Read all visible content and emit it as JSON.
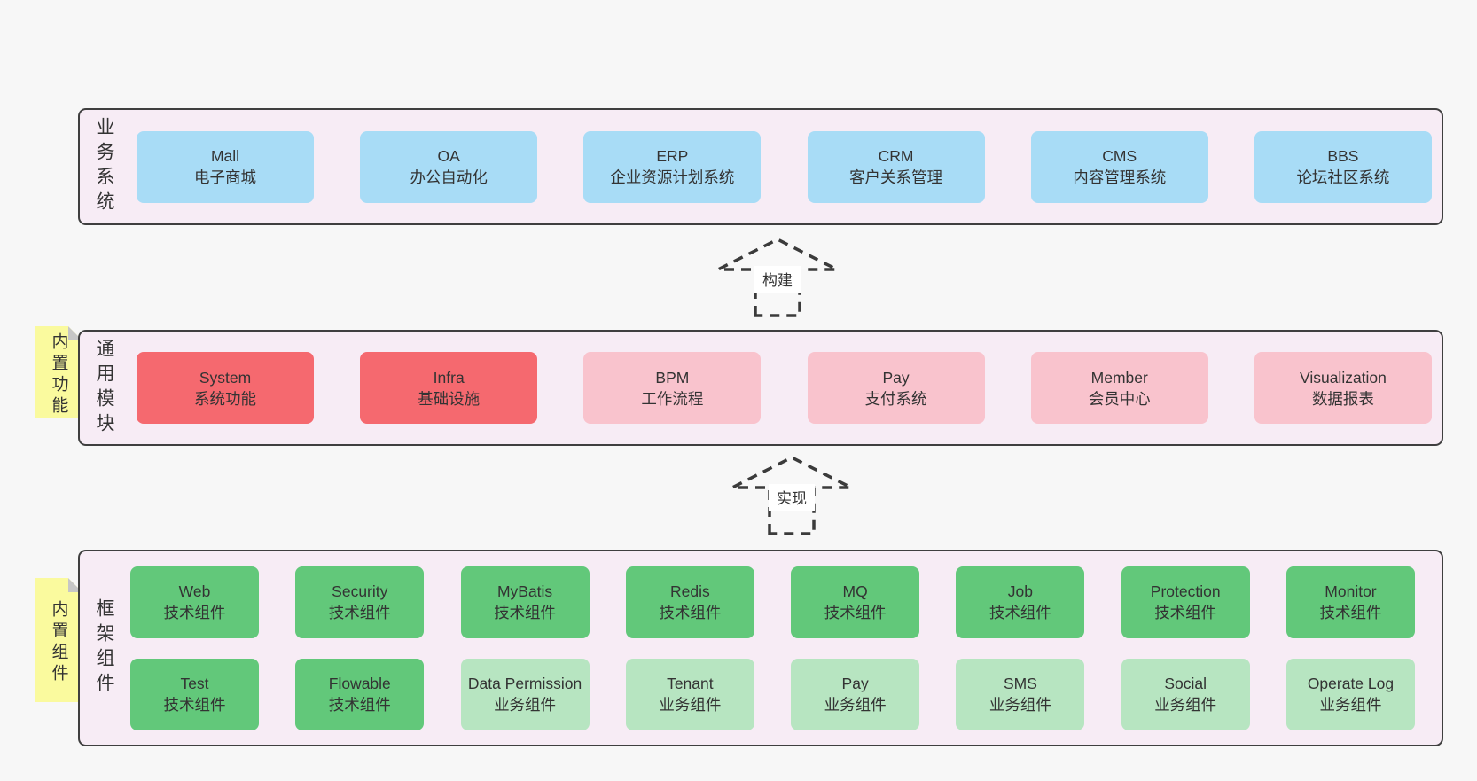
{
  "colors": {
    "page_bg": "#f7f7f7",
    "layer_bg": "#f7ecf5",
    "layer_border": "#3f3f3f",
    "blue_box": "#a8dcf6",
    "red_box": "#f5696f",
    "pink_box": "#f9c3cd",
    "green_box": "#62c87a",
    "light_green_box": "#b7e5c1",
    "note_bg": "#fafa9e",
    "note_fold": "#c6c6c6",
    "text": "#333333"
  },
  "notes": [
    {
      "text": "内置功能"
    },
    {
      "text": "内置组件"
    }
  ],
  "arrows": [
    {
      "label": "构建"
    },
    {
      "label": "实现"
    }
  ],
  "layers": [
    {
      "label": "业务系统",
      "rows": [
        [
          {
            "name": "Mall",
            "desc": "电子商城"
          },
          {
            "name": "OA",
            "desc": "办公自动化"
          },
          {
            "name": "ERP",
            "desc": "企业资源计划系统"
          },
          {
            "name": "CRM",
            "desc": "客户关系管理"
          },
          {
            "name": "CMS",
            "desc": "内容管理系统"
          },
          {
            "name": "BBS",
            "desc": "论坛社区系统"
          }
        ]
      ]
    },
    {
      "label": "通用模块",
      "rows": [
        [
          {
            "name": "System",
            "desc": "系统功能"
          },
          {
            "name": "Infra",
            "desc": "基础设施"
          },
          {
            "name": "BPM",
            "desc": "工作流程"
          },
          {
            "name": "Pay",
            "desc": "支付系统"
          },
          {
            "name": "Member",
            "desc": "会员中心"
          },
          {
            "name": "Visualization",
            "desc": "数据报表"
          }
        ]
      ]
    },
    {
      "label": "框架组件",
      "rows": [
        [
          {
            "name": "Web",
            "desc": "技术组件"
          },
          {
            "name": "Security",
            "desc": "技术组件"
          },
          {
            "name": "MyBatis",
            "desc": "技术组件"
          },
          {
            "name": "Redis",
            "desc": "技术组件"
          },
          {
            "name": "MQ",
            "desc": "技术组件"
          },
          {
            "name": "Job",
            "desc": "技术组件"
          },
          {
            "name": "Protection",
            "desc": "技术组件"
          },
          {
            "name": "Monitor",
            "desc": "技术组件"
          }
        ],
        [
          {
            "name": "Test",
            "desc": "技术组件"
          },
          {
            "name": "Flowable",
            "desc": "技术组件"
          },
          {
            "name": "Data Permission",
            "desc": "业务组件"
          },
          {
            "name": "Tenant",
            "desc": "业务组件"
          },
          {
            "name": "Pay",
            "desc": "业务组件"
          },
          {
            "name": "SMS",
            "desc": "业务组件"
          },
          {
            "name": "Social",
            "desc": "业务组件"
          },
          {
            "name": "Operate Log",
            "desc": "业务组件"
          }
        ]
      ]
    }
  ]
}
